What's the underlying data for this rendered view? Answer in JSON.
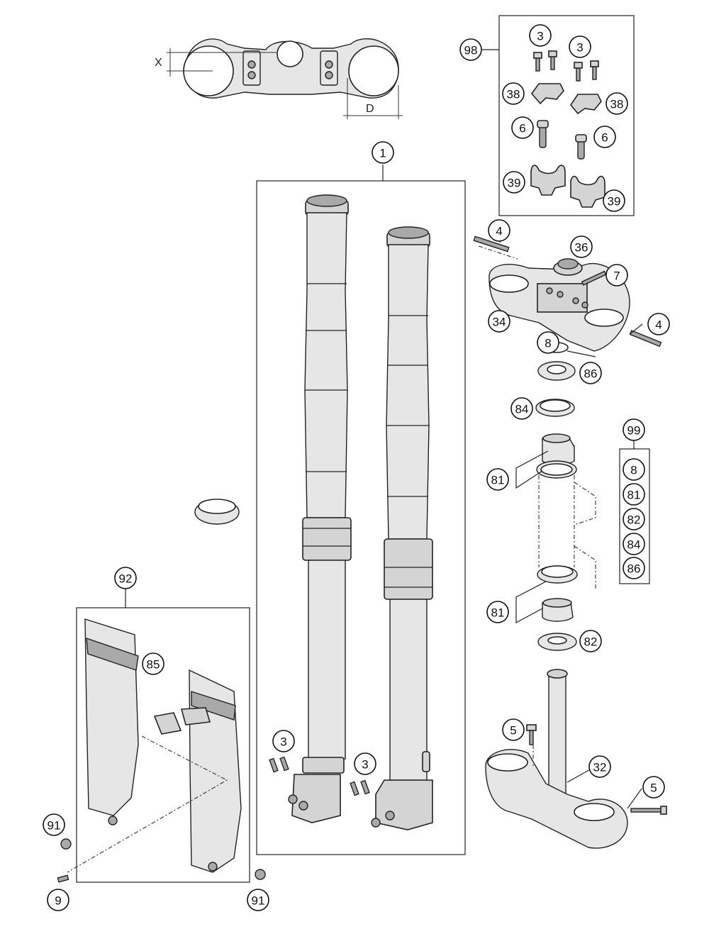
{
  "diagram": {
    "dimension_labels": {
      "x": "X",
      "d": "D"
    },
    "callouts": [
      "98",
      "3",
      "3",
      "38",
      "38",
      "6",
      "6",
      "39",
      "39",
      "1",
      "4",
      "36",
      "7",
      "34",
      "4",
      "8",
      "86",
      "84",
      "99",
      "81",
      "8",
      "81",
      "82",
      "84",
      "86",
      "81",
      "82",
      "92",
      "85",
      "3",
      "3",
      "5",
      "32",
      "5",
      "91",
      "9",
      "91"
    ]
  }
}
